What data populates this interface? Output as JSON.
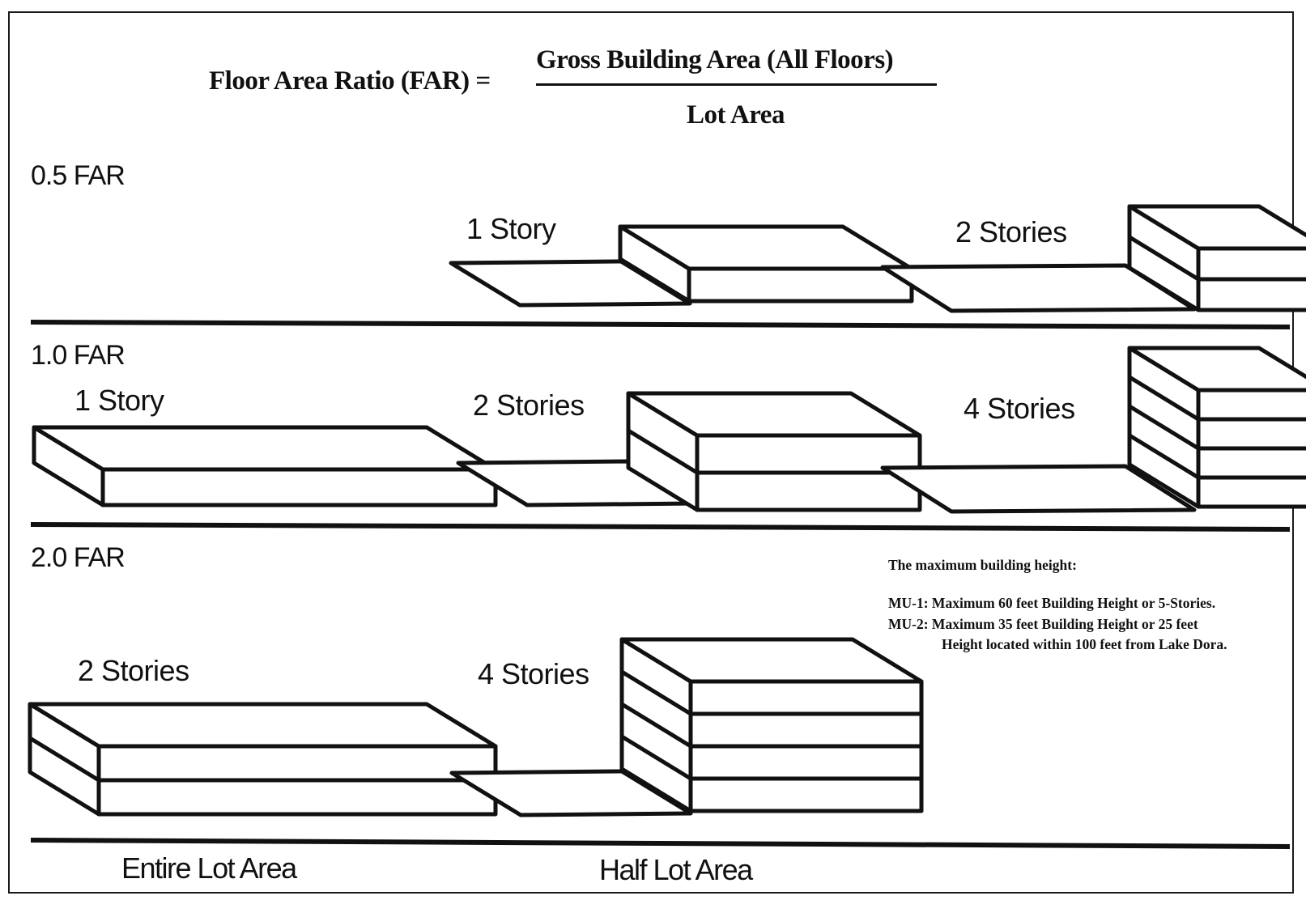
{
  "formula": {
    "left": "Floor Area Ratio (FAR) =",
    "numerator": "Gross Building Area (All Floors)",
    "denominator": "Lot Area"
  },
  "rows": [
    {
      "far_label": "0.5 FAR",
      "buildings": [
        {
          "label": "1 Story",
          "stories": 1,
          "lot_coverage": "half"
        },
        {
          "label": "2 Stories",
          "stories": 2,
          "lot_coverage": "quarter"
        }
      ]
    },
    {
      "far_label": "1.0 FAR",
      "buildings": [
        {
          "label": "1 Story",
          "stories": 1,
          "lot_coverage": "entire"
        },
        {
          "label": "2 Stories",
          "stories": 2,
          "lot_coverage": "half"
        },
        {
          "label": "4 Stories",
          "stories": 4,
          "lot_coverage": "quarter"
        }
      ]
    },
    {
      "far_label": "2.0 FAR",
      "buildings": [
        {
          "label": "2 Stories",
          "stories": 2,
          "lot_coverage": "entire"
        },
        {
          "label": "4 Stories",
          "stories": 4,
          "lot_coverage": "half"
        }
      ]
    }
  ],
  "footer": {
    "entire": "Entire Lot Area",
    "half": "Half Lot Area"
  },
  "notes": {
    "heading": "The maximum building height:",
    "mu1": "MU-1: Maximum 60 feet Building Height or 5-Stories.",
    "mu2_line1": "MU-2: Maximum 35 feet Building Height or 25 feet",
    "mu2_line2": "Height located within 100 feet from Lake Dora."
  }
}
